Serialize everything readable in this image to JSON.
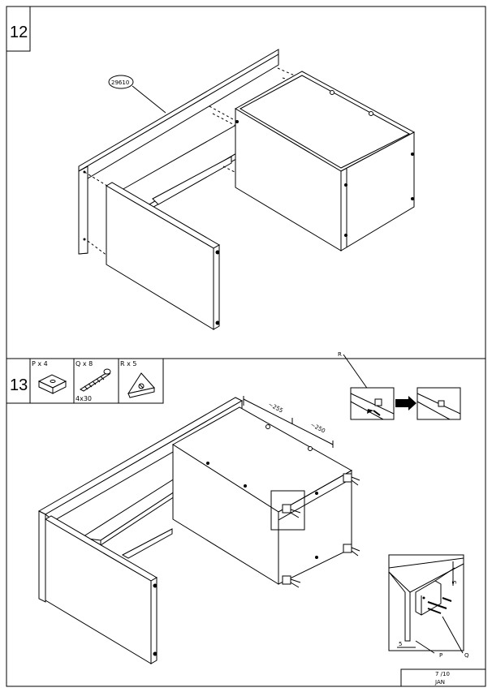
{
  "steps": [
    {
      "number": "12"
    },
    {
      "number": "13"
    }
  ],
  "step12": {
    "part_number": "29610"
  },
  "parts": [
    {
      "label": "P x 4",
      "sub": "",
      "icon": "cam-block-icon"
    },
    {
      "label": "Q x 8",
      "sub": "4x30",
      "icon": "screw-icon"
    },
    {
      "label": "R x 5",
      "sub": "",
      "icon": "corner-connector-icon"
    }
  ],
  "step13": {
    "dim1": "∼255",
    "dim2": "∼250",
    "callout_r": "R",
    "detail_p": "P",
    "detail_q": "Q",
    "detail_5a": "5",
    "detail_5b": "5"
  },
  "footer": {
    "page": "7 /10",
    "name": "JAN"
  }
}
